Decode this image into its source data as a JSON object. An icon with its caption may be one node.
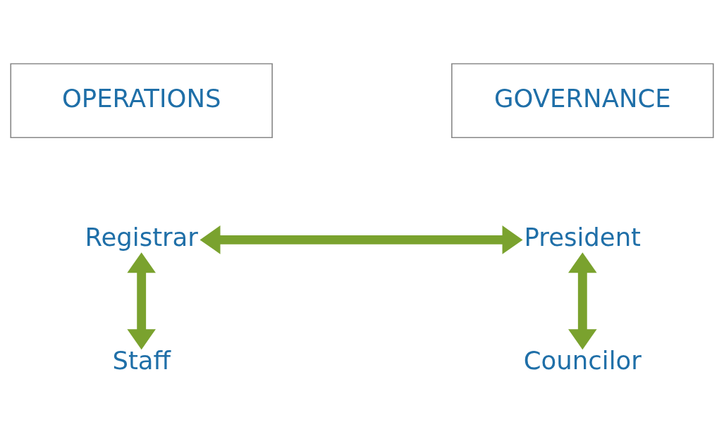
{
  "diagram": {
    "nodes": [
      {
        "text": [
          "OPERATIONS"
        ]
      },
      {
        "text": [
          "GOVERNANCE"
        ]
      },
      {
        "text": [
          "Registrar"
        ]
      },
      {
        "text": [
          "President"
        ]
      },
      {
        "text": [
          "Staff"
        ]
      },
      {
        "text": [
          "Councilor"
        ]
      }
    ],
    "edges": [
      {
        "from": 2,
        "to": 3,
        "arrow": "both"
      },
      {
        "from": 2,
        "to": 4,
        "arrow": "both"
      },
      {
        "from": 3,
        "to": 5,
        "arrow": "both"
      }
    ]
  }
}
